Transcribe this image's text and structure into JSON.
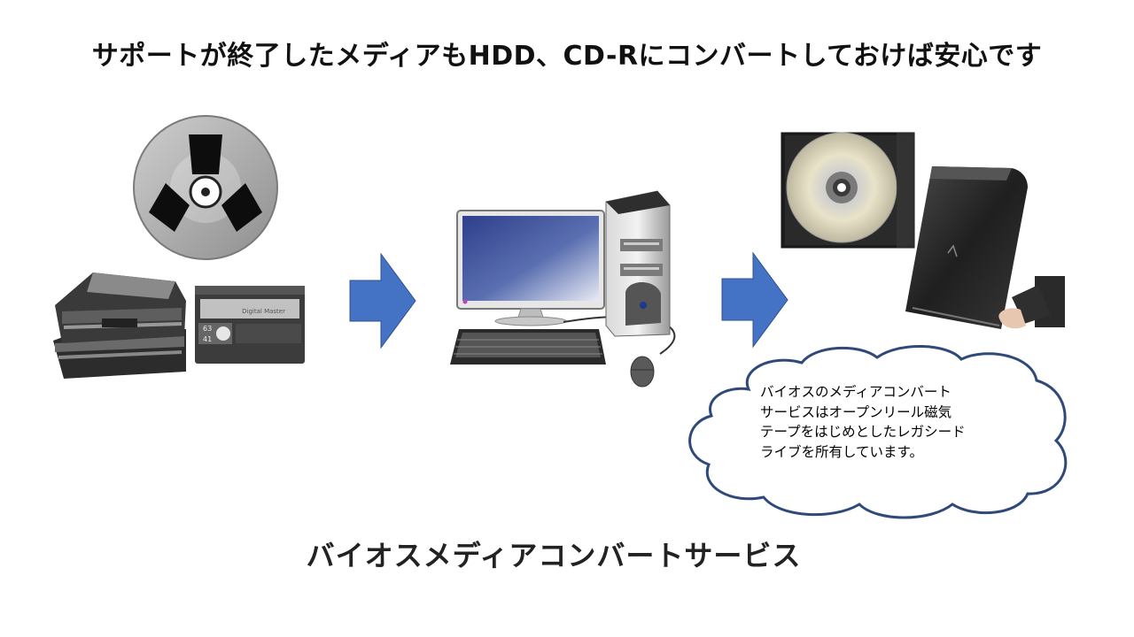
{
  "header": {
    "title": "サポートが終了したメディアもHDD、CD-Rにコンバートしておけば安心です"
  },
  "source_media": {
    "cassette_labels": [
      "Digital Master",
      "63",
      "41"
    ]
  },
  "bubble": {
    "lines": [
      "バイオスのメディアコンバート",
      "サービスはオープンリール磁気",
      "テープをはじめとしたレガシード",
      "ライブを所有しています。"
    ]
  },
  "footer": {
    "text": "バイオスメディアコンバートサービス"
  },
  "colors": {
    "arrow": "#4472c4",
    "cloud_stroke": "#2f4a7a",
    "title_text": "#111111"
  }
}
